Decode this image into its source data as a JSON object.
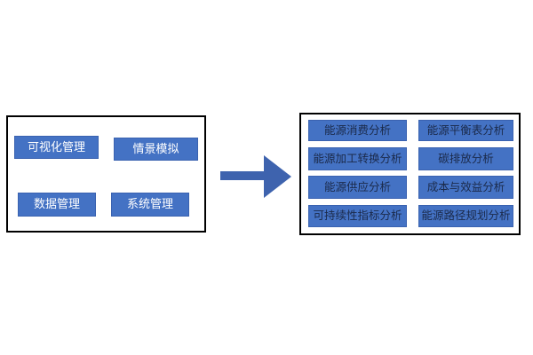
{
  "diagram": {
    "left_panel": {
      "name": "management-modules",
      "buttons": [
        {
          "label": "可视化管理"
        },
        {
          "label": "情景模拟"
        },
        {
          "label": "数据管理"
        },
        {
          "label": "系统管理"
        }
      ]
    },
    "arrow": {
      "icon": "right-arrow-icon",
      "direction": "right"
    },
    "right_panel": {
      "name": "analysis-modules",
      "columns": [
        {
          "buttons": [
            {
              "label": "能源消费分析"
            },
            {
              "label": "能源加工转换分析"
            },
            {
              "label": "能源供应分析"
            },
            {
              "label": "可持续性指标分析"
            }
          ]
        },
        {
          "buttons": [
            {
              "label": "能源平衡表分析"
            },
            {
              "label": "碳排放分析"
            },
            {
              "label": "成本与效益分析"
            },
            {
              "label": "能源路径规划分析"
            }
          ]
        }
      ]
    }
  },
  "colors": {
    "button_fill": "#4472C4",
    "button_border": "#3A62B0",
    "arrow_fill": "#3E63AE",
    "panel_border": "#000000",
    "left_button_text": "#FFFFFF",
    "right_button_text": "#1B2A4A",
    "background": "#FFFFFF"
  }
}
